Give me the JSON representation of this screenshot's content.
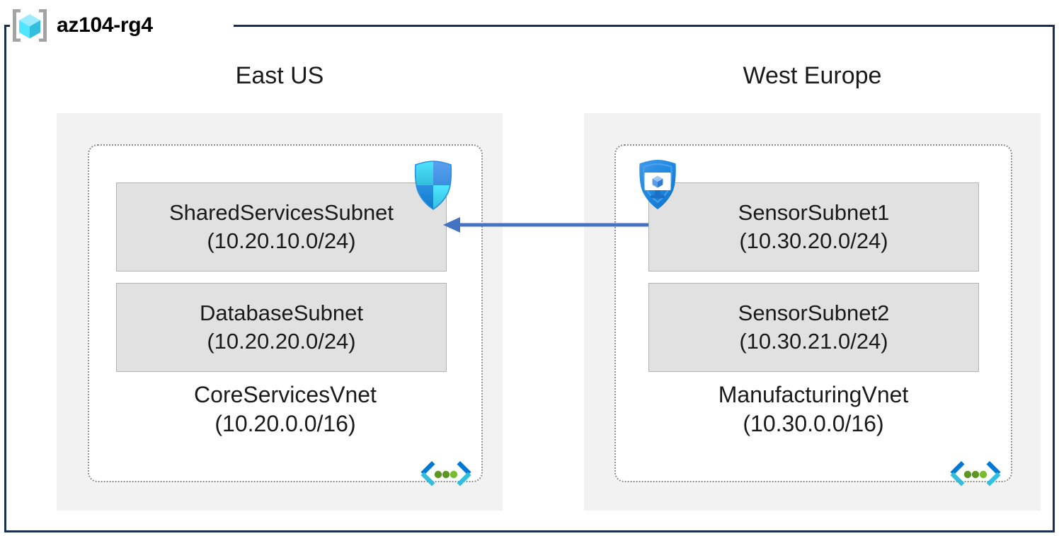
{
  "resource_group": {
    "name": "az104-rg4",
    "icon": "resource-group-cube-icon"
  },
  "regions": [
    {
      "label": "East US",
      "vnet": {
        "name": "CoreServicesVnet",
        "cidr": "(10.20.0.0/16)",
        "icon": "virtual-network-icon",
        "subnets": [
          {
            "name": "SharedServicesSubnet",
            "cidr": "(10.20.10.0/24)",
            "attached_icon": "network-security-group-shield-icon"
          },
          {
            "name": "DatabaseSubnet",
            "cidr": "(10.20.20.0/24)",
            "attached_icon": null
          }
        ]
      }
    },
    {
      "label": "West Europe",
      "vnet": {
        "name": "ManufacturingVnet",
        "cidr": "(10.30.0.0/16)",
        "icon": "virtual-network-icon",
        "subnets": [
          {
            "name": "SensorSubnet1",
            "cidr": "(10.30.20.0/24)",
            "attached_icon": "bastion-shield-monitor-icon"
          },
          {
            "name": "SensorSubnet2",
            "cidr": "(10.30.21.0/24)",
            "attached_icon": null
          }
        ]
      }
    }
  ],
  "connector": {
    "name": "vnet-peering-arrow",
    "direction": "right-to-left",
    "from": "SensorSubnet1",
    "to": "SharedServicesSubnet"
  },
  "colors": {
    "frame_border": "#1A2E52",
    "region_background": "#F2F2F2",
    "vnet_border": "#8C8C8C",
    "subnet_background": "#E1E1E1",
    "subnet_border": "#B4B4B4",
    "arrow": "#4472C4",
    "azure_blue": "#0078D4",
    "azure_cyan": "#50E6FF",
    "vnet_dot_green": "#5E9624"
  }
}
